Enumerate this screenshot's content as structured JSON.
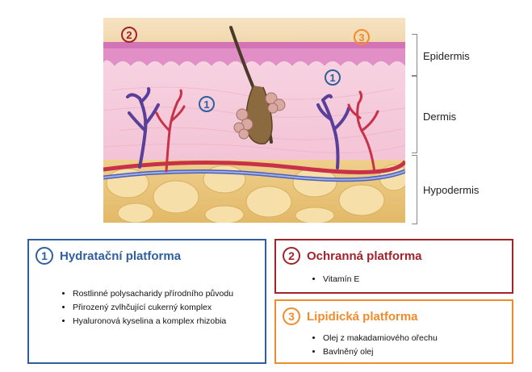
{
  "layers": {
    "epidermis": "Epidermis",
    "dermis": "Dermis",
    "hypodermis": "Hypodermis"
  },
  "markers": {
    "m1": "1",
    "m2": "2",
    "m3": "3"
  },
  "colors": {
    "hydration": "#2f5f9e",
    "protective": "#a2232a",
    "lipid": "#f08c2c"
  },
  "platforms": {
    "hydration": {
      "number": "1",
      "title": "Hydratační platforma",
      "items": [
        "Rostlinné polysacharidy přírodního původu",
        "Přirozený zvlhčující cukerný komplex",
        "Hyaluronová kyselina a komplex rhizobia"
      ]
    },
    "protective": {
      "number": "2",
      "title": "Ochranná platforma",
      "items": [
        "Vitamín E"
      ]
    },
    "lipid": {
      "number": "3",
      "title": "Lipidická platforma",
      "items": [
        "Olej z makadamiového ořechu",
        "Bavlněný olej"
      ]
    }
  }
}
